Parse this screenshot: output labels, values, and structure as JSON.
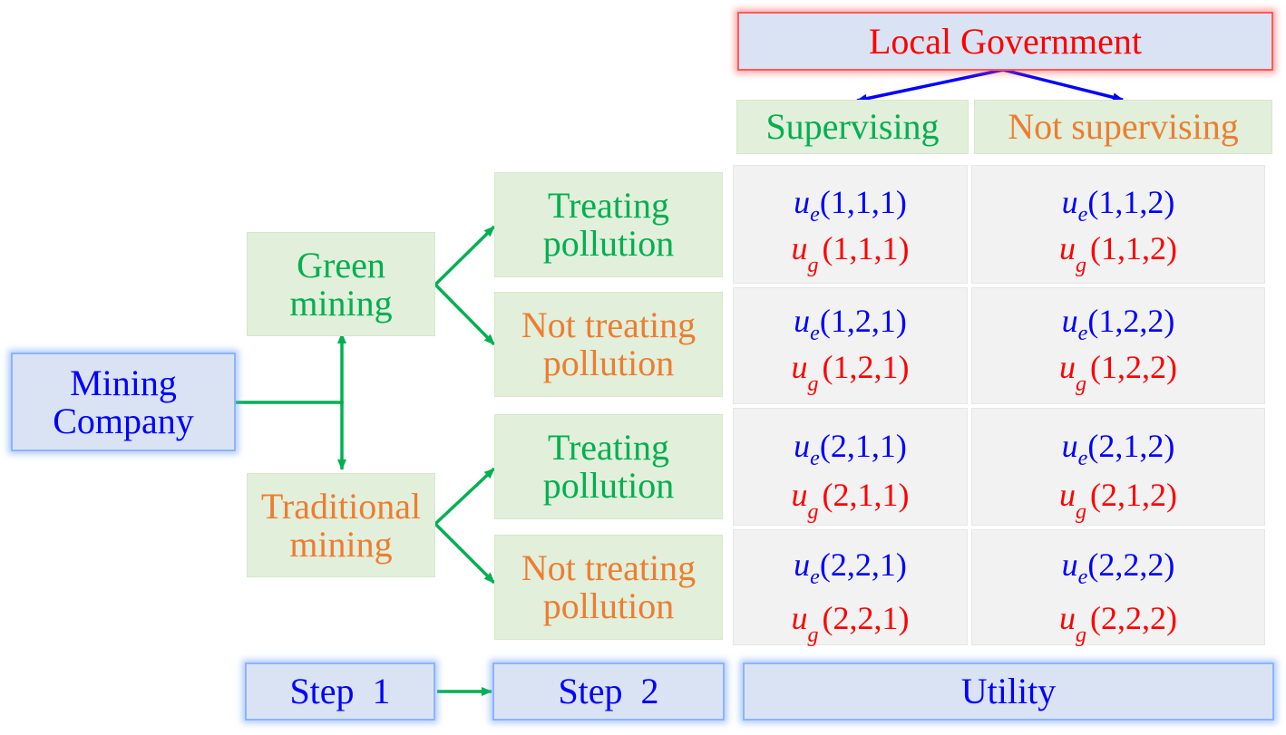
{
  "colors": {
    "blue_text": "#0000ff",
    "red_text": "#ff0000",
    "green_text": "#00b050",
    "orange_text": "#ed7d31",
    "arrow_blue": "#0000ff",
    "arrow_green": "#00b050",
    "box_blue_fill": "#dae3f3",
    "box_green_fill": "#e2efda",
    "cell_gray_fill": "#f2f2f2"
  },
  "government": {
    "title": "Local Government",
    "options": {
      "supervising": "Supervising",
      "not_supervising": "Not supervising"
    }
  },
  "company": {
    "title": "Mining\nCompany"
  },
  "step1": {
    "green": "Green\nmining",
    "traditional": "Traditional\nmining"
  },
  "step2": {
    "green_treating": "Treating\npollution",
    "green_not_treating": "Not treating\npollution",
    "trad_treating": "Treating\npollution",
    "trad_not_treating": "Not treating\npollution"
  },
  "utility": {
    "rows": [
      {
        "cols": [
          {
            "e_args": "(1,1,1)",
            "g_args": "(1,1,1)"
          },
          {
            "e_args": "(1,1,2)",
            "g_args": "(1,1,2)"
          }
        ]
      },
      {
        "cols": [
          {
            "e_args": "(1,2,1)",
            "g_args": "(1,2,1)"
          },
          {
            "e_args": "(1,2,2)",
            "g_args": "(1,2,2)"
          }
        ]
      },
      {
        "cols": [
          {
            "e_args": "(2,1,1)",
            "g_args": "(2,1,1)"
          },
          {
            "e_args": "(2,1,2)",
            "g_args": "(2,1,2)"
          }
        ]
      },
      {
        "cols": [
          {
            "e_args": "(2,2,1)",
            "g_args": "(2,2,1)"
          },
          {
            "e_args": "(2,2,2)",
            "g_args": "(2,2,2)"
          }
        ]
      }
    ]
  },
  "symbols": {
    "u": "u",
    "e": "e",
    "g": "g"
  },
  "footer": {
    "step1": "Step  1",
    "step2": "Step  2",
    "utility": "Utility"
  }
}
